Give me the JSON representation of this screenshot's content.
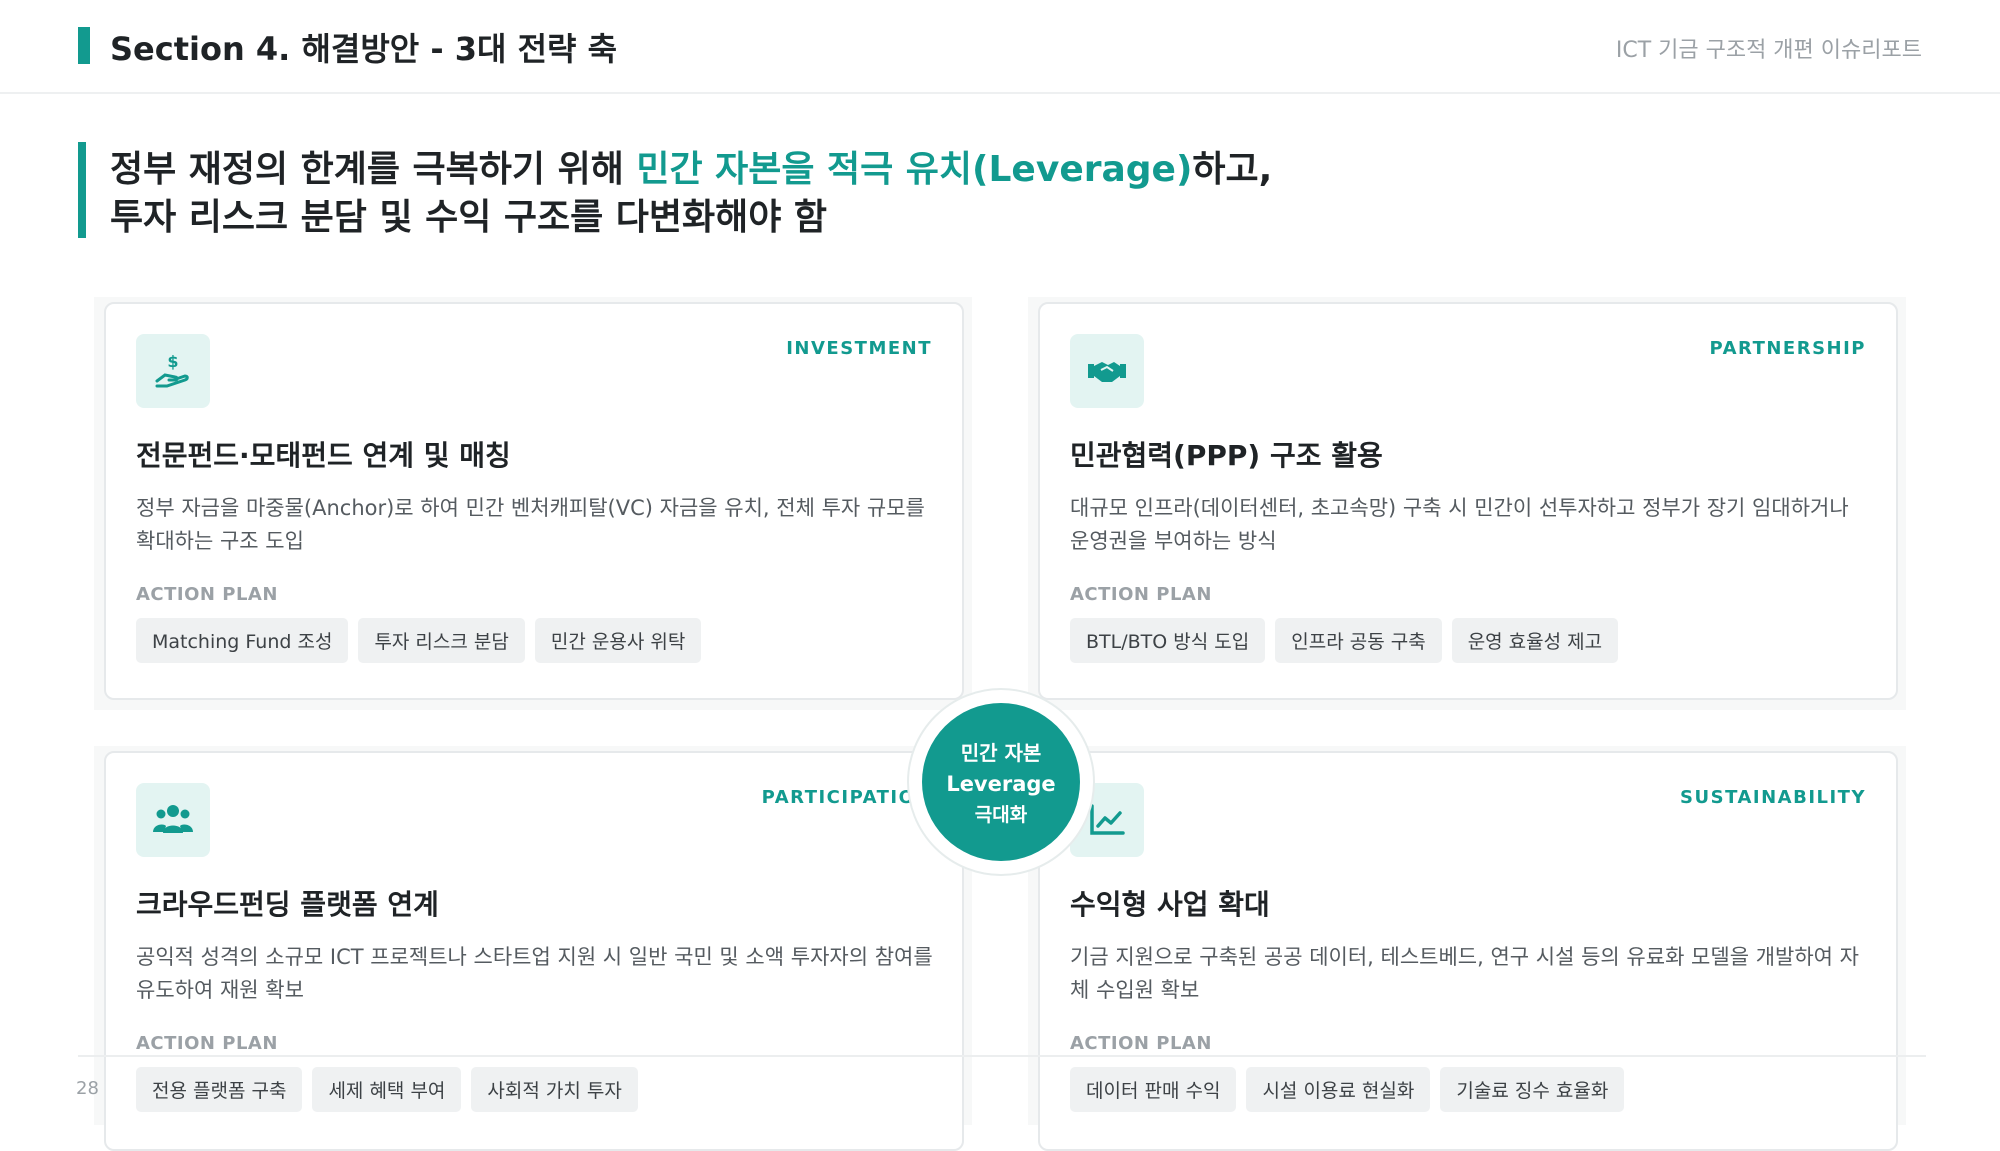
{
  "header": {
    "title": "Section 4. 해결방안 - 3대 전략 축",
    "report_name": "ICT 기금 구조적 개편 이슈리포트"
  },
  "headline": {
    "line1_pre": "정부 재정의 한계를 극복하기 위해 ",
    "line1_accent": "민간 자본을 적극 유치(Leverage)",
    "line1_post": "하고,",
    "line2": "투자 리스크 분담 및 수익 구조를 다변화해야 함"
  },
  "cards": [
    {
      "icon": "hand-holding-dollar-icon",
      "tag": "INVESTMENT",
      "title": "전문펀드·모태펀드 연계 및 매칭",
      "desc": "정부 자금을 마중물(Anchor)로 하여 민간 벤처캐피탈(VC) 자금을 유치, 전체 투자 규모를 확대하는 구조 도입",
      "action_label": "ACTION PLAN",
      "actions": [
        "Matching Fund 조성",
        "투자 리스크 분담",
        "민간 운용사 위탁"
      ]
    },
    {
      "icon": "handshake-icon",
      "tag": "PARTNERSHIP",
      "title": "민관협력(PPP) 구조 활용",
      "desc": "대규모 인프라(데이터센터, 초고속망) 구축 시 민간이 선투자하고 정부가 장기 임대하거나 운영권을 부여하는 방식",
      "action_label": "ACTION PLAN",
      "actions": [
        "BTL/BTO 방식 도입",
        "인프라 공동 구축",
        "운영 효율성 제고"
      ]
    },
    {
      "icon": "users-icon",
      "tag": "PARTICIPATION",
      "title": "크라우드펀딩 플랫폼 연계",
      "desc": "공익적 성격의 소규모 ICT 프로젝트나 스타트업 지원 시 일반 국민 및 소액 투자자의 참여를 유도하여 재원 확보",
      "action_label": "ACTION PLAN",
      "actions": [
        "전용 플랫폼 구축",
        "세제 혜택 부여",
        "사회적 가치 투자"
      ]
    },
    {
      "icon": "chart-line-icon",
      "tag": "SUSTAINABILITY",
      "title": "수익형 사업 확대",
      "desc": "기금 지원으로 구축된 공공 데이터, 테스트베드, 연구 시설 등의 유료화 모델을 개발하여 자체 수입원 확보",
      "action_label": "ACTION PLAN",
      "actions": [
        "데이터 판매 수익",
        "시설 이용료 현실화",
        "기술료 징수 효율화"
      ]
    }
  ],
  "center": {
    "line1": "민간 자본",
    "line2": "Leverage",
    "line3": "극대화"
  },
  "footer": {
    "page_number": "28"
  },
  "colors": {
    "accent": "#129a8f",
    "icon_bg": "#e3f4f2",
    "chip_bg": "#eff1f2"
  }
}
